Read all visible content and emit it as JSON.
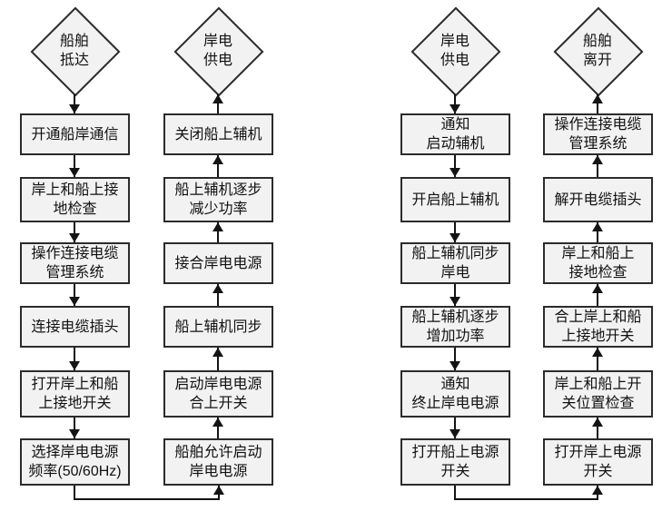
{
  "flowchart": {
    "colors": {
      "node_fill": "#f2f2f2",
      "node_border": "#2b2b2b",
      "line": "#141414",
      "text": "#111111",
      "background": "#ffffff"
    },
    "columns": [
      {
        "id": "ship-arrival",
        "terminal": "船舶\n抵达",
        "direction": "down",
        "steps": [
          "开通船岸通信",
          "岸上和船上接\n地检查",
          "操作连接电缆\n管理系统",
          "连接电缆插头",
          "打开岸上和船\n上接地开关",
          "选择岸电电源\n频率(50/60Hz)"
        ]
      },
      {
        "id": "shore-power-on",
        "terminal": "岸电\n供电",
        "direction": "up",
        "steps": [
          "关闭船上辅机",
          "船上辅机逐步\n减少功率",
          "接合岸电电源",
          "船上辅机同步",
          "启动岸电电源\n合上开关",
          "船舶允许启动\n岸电电源"
        ]
      },
      {
        "id": "shore-power-supply",
        "terminal": "岸电\n供电",
        "direction": "down",
        "steps": [
          "通知\n启动辅机",
          "开启船上辅机",
          "船上辅机同步\n岸电",
          "船上辅机逐步\n增加功率",
          "通知\n终止岸电电源",
          "打开船上电源\n开关"
        ]
      },
      {
        "id": "ship-departure",
        "terminal": "船舶\n离开",
        "direction": "up",
        "steps": [
          "操作连接电缆\n管理系统",
          "解开电缆插头",
          "岸上和船上\n接地检查",
          "合上岸上和船\n上接地开关",
          "岸上和船上开\n关位置检查",
          "打开岸上电源\n开关"
        ]
      }
    ]
  }
}
